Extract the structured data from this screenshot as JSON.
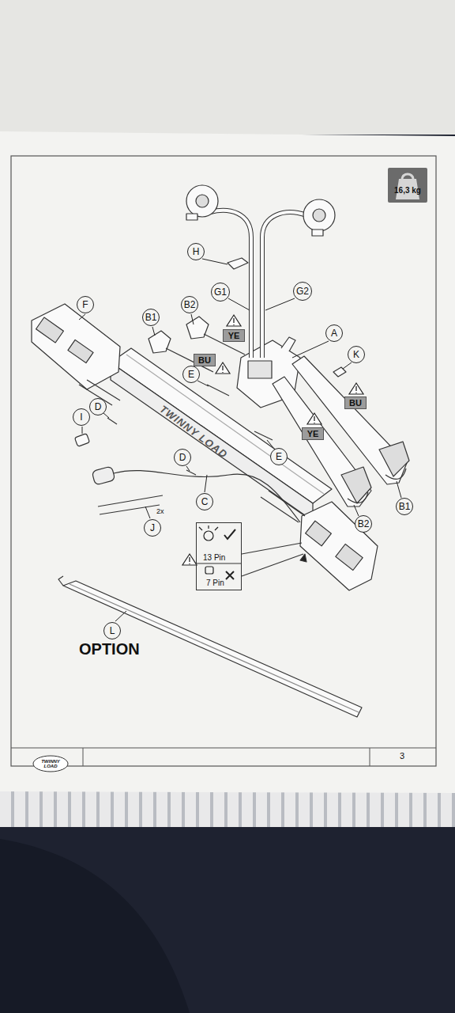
{
  "diagram": {
    "nodes": [
      {
        "text": [
          "16,3 kg"
        ]
      },
      {
        "text": [
          "H"
        ]
      },
      {
        "text": [
          "G1"
        ]
      },
      {
        "text": [
          "G2"
        ]
      },
      {
        "text": [
          "B2"
        ]
      },
      {
        "text": [
          "A"
        ]
      },
      {
        "text": [
          "B1"
        ]
      },
      {
        "text": [
          "F"
        ]
      },
      {
        "text": [
          "YE"
        ]
      },
      {
        "text": [
          "K"
        ]
      },
      {
        "text": [
          "BU"
        ]
      },
      {
        "text": [
          "E"
        ]
      },
      {
        "text": [
          "D"
        ]
      },
      {
        "text": [
          "BU"
        ]
      },
      {
        "text": [
          "I"
        ]
      },
      {
        "text": [
          "YE"
        ]
      },
      {
        "text": [
          "E"
        ]
      },
      {
        "text": [
          "D"
        ]
      },
      {
        "text": [
          "C"
        ]
      },
      {
        "text": [
          "B1"
        ]
      },
      {
        "text": [
          "B2"
        ]
      },
      {
        "text": [
          "J"
        ]
      },
      {
        "text": [
          "13 Pin",
          "7 Pin"
        ]
      },
      {
        "text": [
          "L"
        ]
      }
    ],
    "labels": [
      "TWINNY LOAD",
      "2x",
      "OPTION",
      "3",
      "TWINNY LOAD"
    ]
  }
}
